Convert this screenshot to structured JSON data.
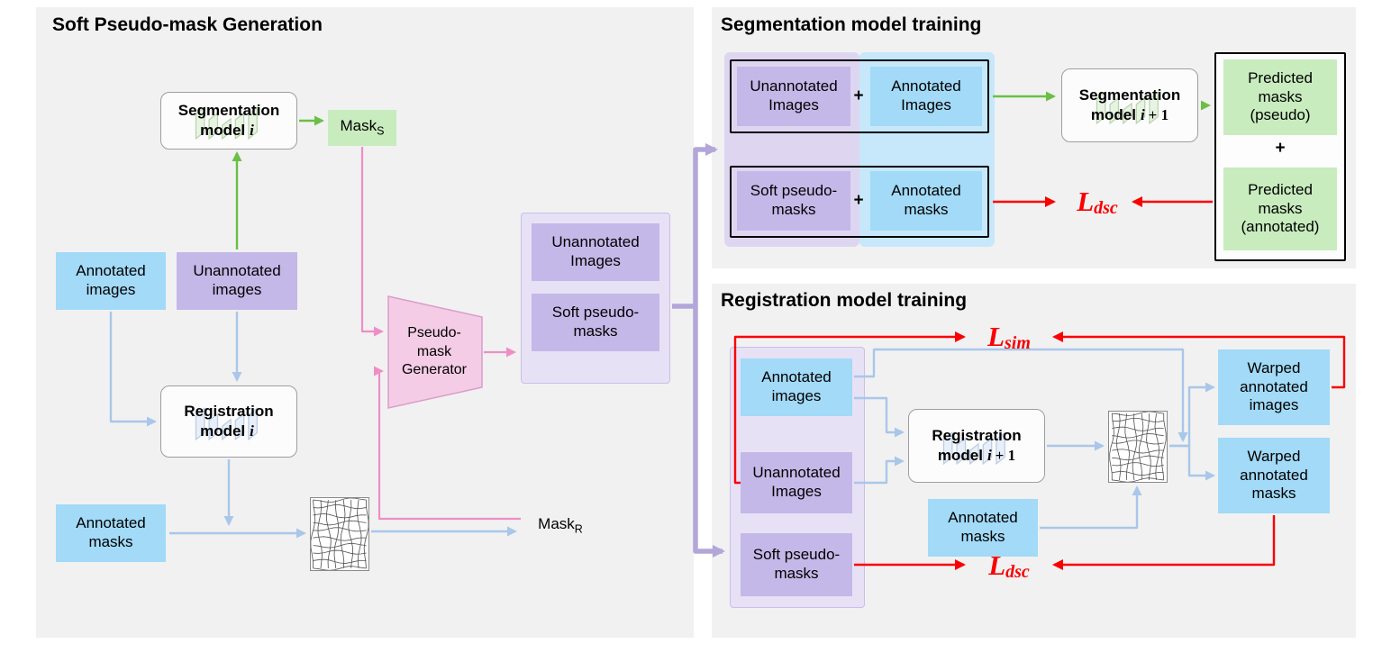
{
  "symbols": {
    "plus": "+"
  },
  "colors": {
    "panel_bg": "#f1f1f2",
    "annotated_blue": "#a2daf7",
    "unannotated_purple": "#c4b8e8",
    "mask_green": "#c8ecbe",
    "generator_pink": "#f4cce6",
    "group_purple_bg": "#e7e1f6",
    "tint_purple": "#ded6f1",
    "tint_blue": "#c6e8fa",
    "arrow_green": "#6abf46",
    "arrow_blue": "#a9c7e8",
    "arrow_pink": "#ef8ec5",
    "arrow_purple": "#b3a6d9",
    "arrow_red": "#fa0000"
  },
  "generation": {
    "title": "Soft Pseudo-mask Generation",
    "seg_model": {
      "name": "Segmentation",
      "prefix": "model",
      "var": "i",
      "suffix": ""
    },
    "reg_model": {
      "name": "Registration",
      "prefix": "model",
      "var": "i",
      "suffix": ""
    },
    "mask_s": {
      "base": "Mask",
      "sub": "S"
    },
    "mask_r": {
      "base": "Mask",
      "sub": "R"
    },
    "annotated_images": "Annotated images",
    "unannotated_images": "Unannotated images",
    "annotated_masks": "Annotated masks",
    "generator": {
      "line1": "Pseudo-",
      "line2": "mask",
      "line3": "Generator"
    },
    "output_unannotated_images": "Unannotated Images",
    "output_soft_pseudo_masks": "Soft pseudo-masks"
  },
  "seg_training": {
    "title": "Segmentation model training",
    "unannotated_images": "Unannotated Images",
    "annotated_images": "Annotated Images",
    "soft_pseudo_masks": "Soft pseudo-masks",
    "annotated_masks": "Annotated masks",
    "model": {
      "name": "Segmentation",
      "prefix": "model",
      "var": "i",
      "suffix": "+ 1"
    },
    "predicted_pseudo": "Predicted masks (pseudo)",
    "predicted_annotated": "Predicted masks (annotated)",
    "loss_dsc": {
      "base": "L",
      "sub": "dsc"
    }
  },
  "reg_training": {
    "title": "Registration model training",
    "loss_sim": {
      "base": "L",
      "sub": "sim"
    },
    "loss_dsc": {
      "base": "L",
      "sub": "dsc"
    },
    "annotated_images": "Annotated images",
    "unannotated_images": "Unannotated Images",
    "soft_pseudo_masks": "Soft pseudo-masks",
    "model": {
      "name": "Registration",
      "prefix": "model",
      "var": "i",
      "suffix": "+ 1"
    },
    "annotated_masks": "Annotated masks",
    "warped_annotated_images": "Warped annotated images",
    "warped_annotated_masks": "Warped annotated masks"
  }
}
